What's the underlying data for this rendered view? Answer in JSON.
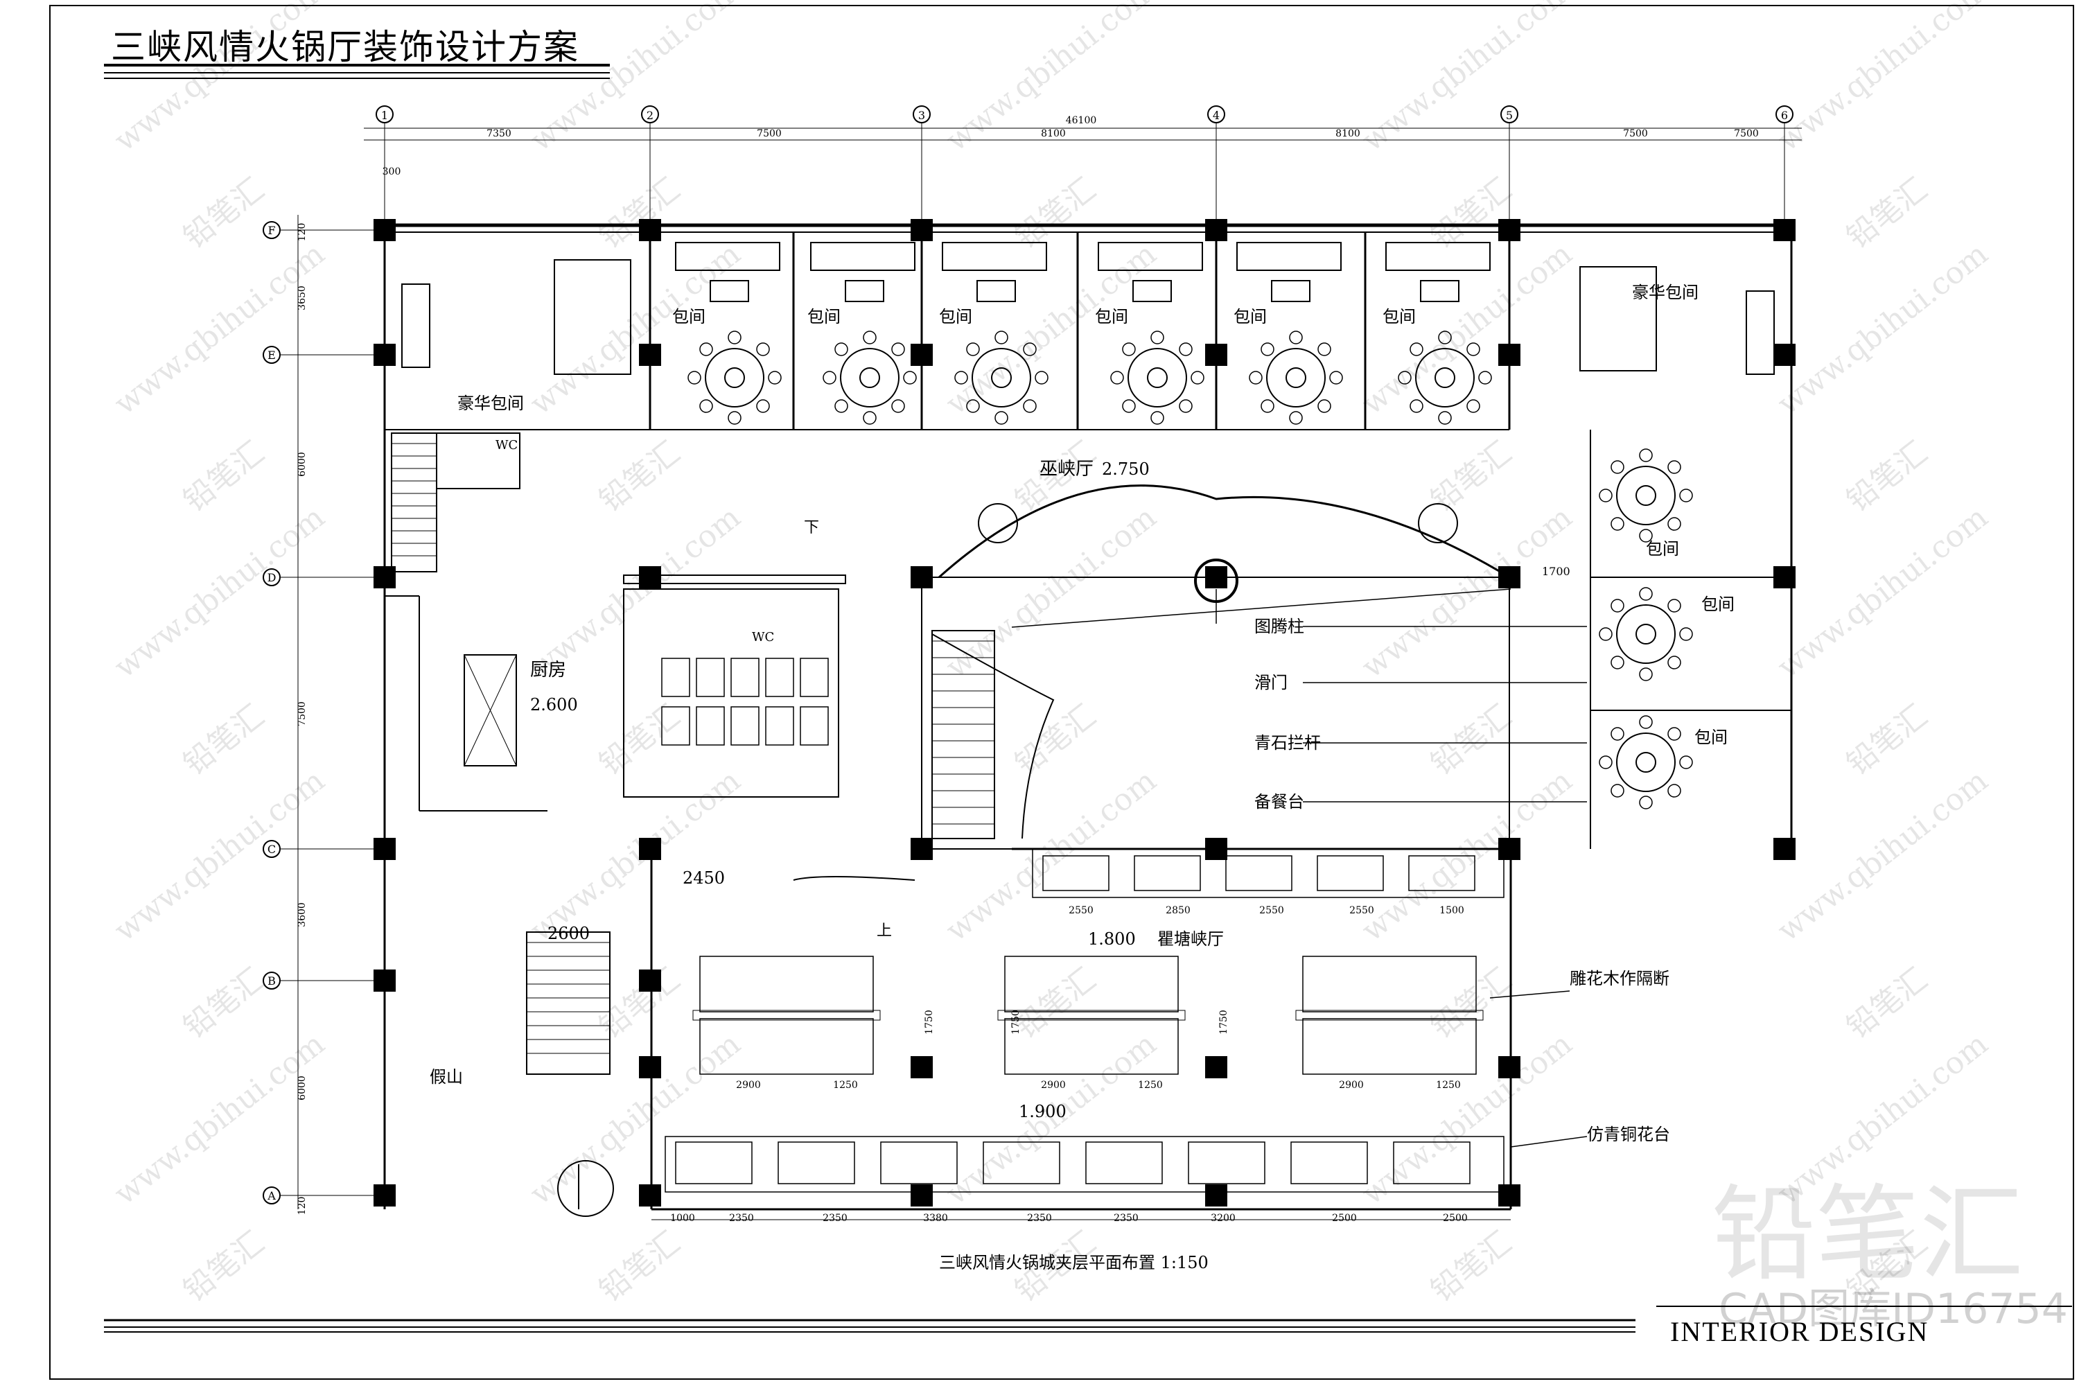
{
  "title": "三峡风情火锅厅装饰设计方案",
  "drawing_caption": "三峡风情火锅城夹层平面布置 1:150",
  "footer": "INTERIOR DESIGN",
  "watermark": {
    "brand": "铅笔汇",
    "site": "www.qbihui.com",
    "code": "CAD图库ID16754"
  },
  "axes": {
    "columns": [
      "1",
      "2",
      "3",
      "4",
      "5",
      "6"
    ],
    "rows": [
      "F",
      "E",
      "D",
      "C",
      "B",
      "A"
    ]
  },
  "dimensions": {
    "overall": "46100",
    "top_spans": [
      "7350",
      "7500",
      "8100",
      "8100",
      "7500",
      "7500"
    ],
    "top_small": "300",
    "left_spans": [
      "120",
      "3650",
      "6000",
      "7500",
      "3600",
      "6000",
      "120"
    ],
    "bottom_spans": [
      "1000",
      "2350",
      "2350",
      "3380",
      "2350",
      "2350",
      "3200",
      "2500",
      "2500"
    ],
    "row_spans": [
      "2550",
      "2850",
      "2550",
      "2550",
      "1500"
    ],
    "hall_spans": [
      "2900",
      "1250",
      "2900",
      "1250",
      "2900",
      "1250"
    ],
    "mid_1750": [
      "1750",
      "1750",
      "1750"
    ],
    "hall_1700": "1700"
  },
  "rooms": {
    "lux_room_tl": "豪华包间",
    "lux_room_tr": "豪华包间",
    "private_room": "包间",
    "wc": "WC",
    "kitchen": "厨房",
    "wuxia_hall": "巫峡厅",
    "qutang_hall": "瞿塘峡厅"
  },
  "levels": {
    "wuxia": "2.750",
    "kitchen": "2.600",
    "stair_a": "2450",
    "stair_b": "2600",
    "qutang": "1.800",
    "lower": "1.900"
  },
  "labels": {
    "totem_pillar": "图腾柱",
    "sliding_door": "滑门",
    "stone_railing": "青石拦杆",
    "service_counter": "备餐台",
    "carved_partition": "雕花木作隔断",
    "bronze_planter": "仿青铜花台",
    "rockery": "假山",
    "down": "下",
    "up": "上"
  }
}
